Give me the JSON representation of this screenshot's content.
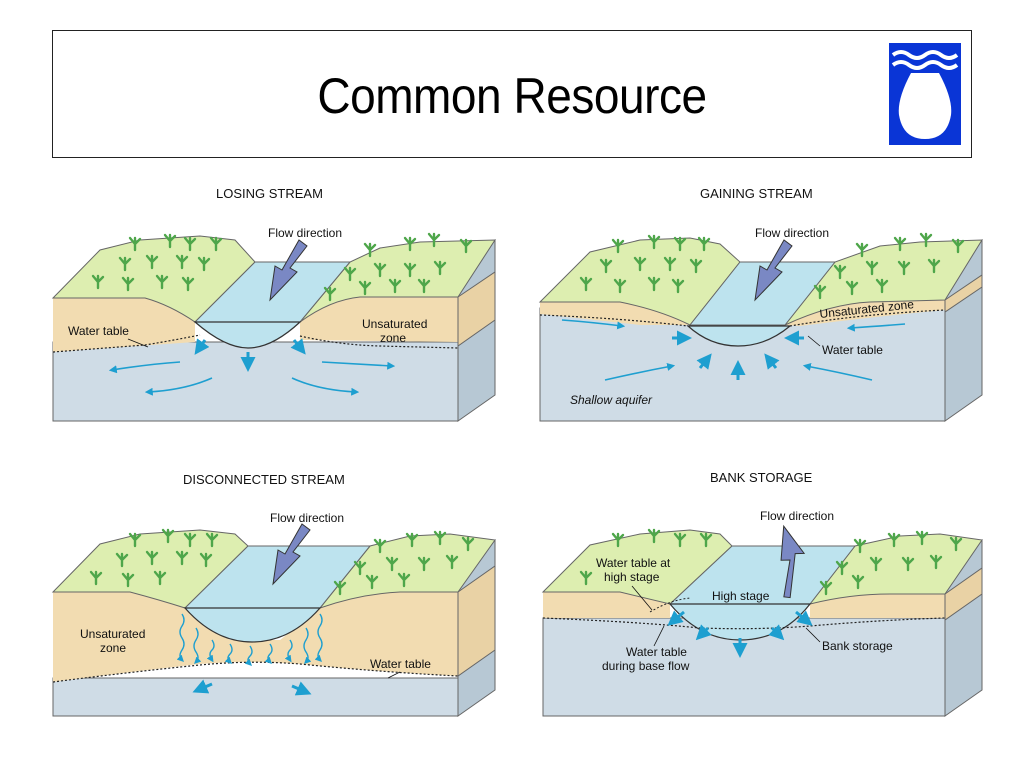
{
  "header": {
    "title": "Common Resource",
    "logo_icon": "water-drop-logo-icon"
  },
  "colors": {
    "grass": "#ddeeb0",
    "soil": "#f2dcb1",
    "aquifer": "#cfdce6",
    "aquifer_side": "#b7c8d4",
    "water": "#bde3ee",
    "arrow_blue": "#1e9fd0",
    "flow_arrow": "#7a88c4",
    "plant": "#4ea64a",
    "logo_blue": "#0a35d6"
  },
  "panels": {
    "losing": {
      "title": "LOSING STREAM",
      "flow": "Flow direction",
      "water_table": "Water table",
      "unsat_1": "Unsaturated",
      "unsat_2": "zone"
    },
    "gaining": {
      "title": "GAINING STREAM",
      "flow": "Flow direction",
      "unsat": "Unsaturated zone",
      "water_table": "Water table",
      "aquifer": "Shallow aquifer"
    },
    "disconnected": {
      "title": "DISCONNECTED STREAM",
      "flow": "Flow direction",
      "unsat_1": "Unsaturated",
      "unsat_2": "zone",
      "water_table": "Water table"
    },
    "bank": {
      "title": "BANK STORAGE",
      "flow": "Flow direction",
      "wt_high_1": "Water table at",
      "wt_high_2": "high stage",
      "high_stage": "High stage",
      "bank_storage": "Bank storage",
      "wt_base_1": "Water table",
      "wt_base_2": "during base flow"
    }
  }
}
